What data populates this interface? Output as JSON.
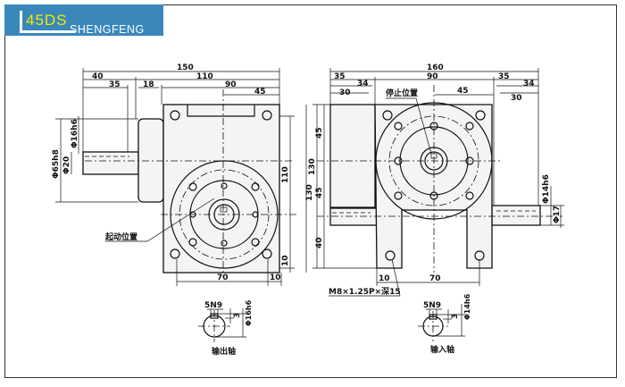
{
  "header": {
    "model": "45DS",
    "brand": "SHENGFENG",
    "banner_color": "#3a88bb",
    "model_color": "#f5e800"
  },
  "left_view": {
    "top_dims": [
      "150",
      "40",
      "110",
      "35",
      "18",
      "90",
      "45"
    ],
    "side_dims": [
      "110",
      "10",
      "130"
    ],
    "diameter_dims": [
      "Φ65h8",
      "Φ20",
      "Φ16h6"
    ],
    "bottom_dims": [
      "70",
      "10"
    ],
    "label": "起动位置"
  },
  "right_view": {
    "top_dims": [
      "160",
      "35",
      "90",
      "35",
      "34",
      "34",
      "30",
      "45",
      "30"
    ],
    "side_dims": [
      "130",
      "45",
      "45",
      "40"
    ],
    "diameter_dims": [
      "Φ14h6",
      "Φ17"
    ],
    "bottom_dims": [
      "10",
      "70"
    ],
    "label": "停止位置",
    "thread_note": "M8×1.25P×深15"
  },
  "output_shaft": {
    "key": "5N9",
    "depth": "3",
    "diameter": "Φ16h6",
    "label": "输出轴"
  },
  "input_shaft": {
    "key": "5N9",
    "depth": "3",
    "diameter": "Φ14h6",
    "label": "输入轴"
  }
}
